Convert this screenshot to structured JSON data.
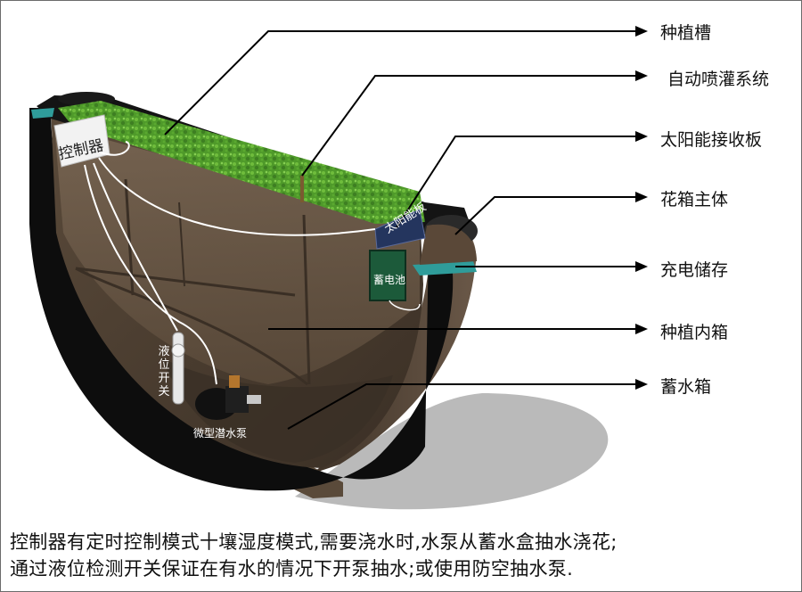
{
  "labels": {
    "planting_trough": "种植槽",
    "auto_sprinkler": "自动喷灌系统",
    "solar_receiver": "太阳能接收板",
    "planter_body": "花箱主体",
    "charge_storage": "充电储存",
    "inner_box": "种植内箱",
    "water_tank": "蓄水箱"
  },
  "tags": {
    "controller": "控制器",
    "solar_panel": "太阳能板",
    "battery": "蓄电池",
    "level_switch": "液位开关",
    "pump": "微型潜水泵"
  },
  "caption": {
    "line1": "控制器有定时控制模式十壤湿度模式,需要浇水时,水泵从蓄水盒抽水浇花;",
    "line2": "通过液位检测开关保证在有水的情况下开泵抽水;或使用防空抽水泵."
  },
  "colors": {
    "outer_shell": "#0d0d0d",
    "body_brown": "#4a3d30",
    "inner_brown": "#6b5a48",
    "grass": "#4f9a2a",
    "accent_teal": "#2f9c9a",
    "solar_blue": "#24355e",
    "battery_green": "#1c5a3a",
    "shadow": "#9a9a9a"
  }
}
